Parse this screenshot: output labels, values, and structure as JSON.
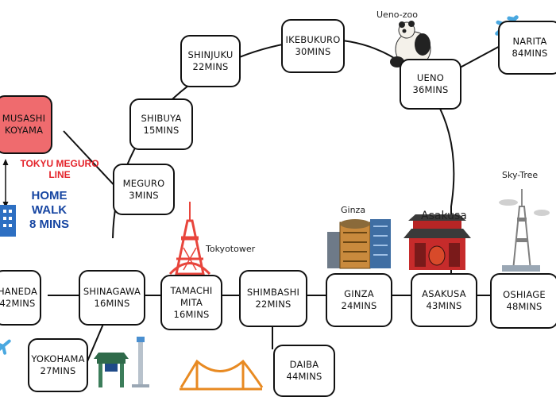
{
  "stations": [
    {
      "id": "musashi-koyama",
      "line1": "MUSASHI",
      "line2": "KOYAMA"
    },
    {
      "id": "meguro",
      "line1": "MEGURO",
      "line2": "3MINS"
    },
    {
      "id": "shibuya",
      "line1": "SHIBUYA",
      "line2": "15MINS"
    },
    {
      "id": "shinjuku",
      "line1": "SHINJUKU",
      "line2": "22MINS"
    },
    {
      "id": "ikebukuro",
      "line1": "IKEBUKURO",
      "line2": "30MINS"
    },
    {
      "id": "ueno",
      "line1": "UENO",
      "line2": "36MINS"
    },
    {
      "id": "narita",
      "line1": "NARITA",
      "line2": "84MINS"
    },
    {
      "id": "haneda",
      "line1": "HANEDA",
      "line2": "42MINS"
    },
    {
      "id": "shinagawa",
      "line1": "SHINAGAWA",
      "line2": "16MINS"
    },
    {
      "id": "tamachi-mita",
      "line1": "TAMACHI",
      "line2": "MITA",
      "line3": "16MINS"
    },
    {
      "id": "shimbashi",
      "line1": "SHIMBASHI",
      "line2": "22MINS"
    },
    {
      "id": "ginza",
      "line1": "GINZA",
      "line2": "24MINS"
    },
    {
      "id": "asakusa",
      "line1": "ASAKUSA",
      "line2": "43MINS"
    },
    {
      "id": "oshiage",
      "line1": "OSHIAGE",
      "line2": "48MINS"
    },
    {
      "id": "yokohama",
      "line1": "YOKOHAMA",
      "line2": "27MINS"
    },
    {
      "id": "daiba",
      "line1": "DAIBA",
      "line2": "44MINS"
    }
  ],
  "labels": {
    "line_name": "TOKYU MEGURO LINE",
    "home": "HOME",
    "walk": "WALK",
    "walk_time": "8 MINS",
    "ueno_zoo": "Ueno-zoo",
    "ginza": "Ginza",
    "asakusa": "Asakusa",
    "sky_tree": "Sky-Tree",
    "tokyotower": "Tokyotower"
  },
  "colors": {
    "home_station": "#ef6b6e",
    "line_label": "#e4232a",
    "home_text": "#1746a2",
    "tower": "#e8453c",
    "plane": "#4aa8e0"
  }
}
